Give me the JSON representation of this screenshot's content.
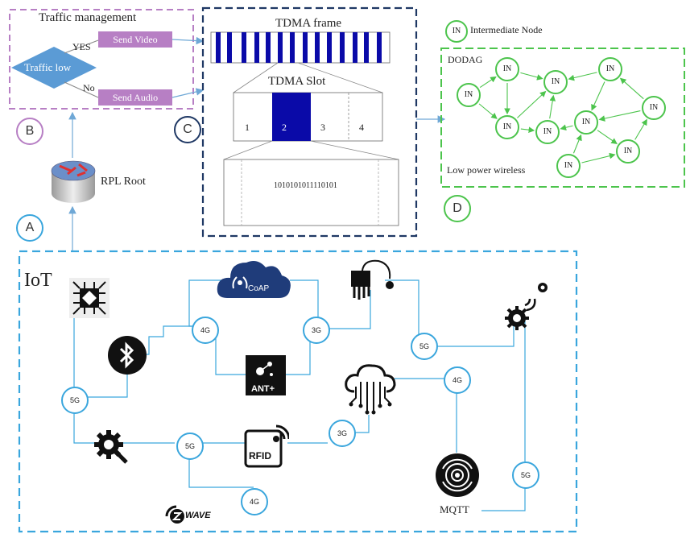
{
  "traffic": {
    "title": "Traffic management",
    "decision": "Traffic low",
    "yes": "YES",
    "no": "No",
    "send_video": "Send Video",
    "send_audio": "Send Audio"
  },
  "labels": {
    "a": "A",
    "b": "B",
    "c": "C",
    "d": "D"
  },
  "rpl_root": "RPL Root",
  "tdma": {
    "frame_title": "TDMA frame",
    "slot_title": "TDMA Slot",
    "slots": [
      "1",
      "2",
      "3",
      "4"
    ],
    "bits": "1010101011110101"
  },
  "dodag": {
    "legend_node": "IN",
    "legend_text": "Intermediate Node",
    "title": "DODAG",
    "footer": "Low power wireless",
    "node_label": "IN"
  },
  "iot": {
    "title": "IoT",
    "coap": "CoAP",
    "ant": "ANT+",
    "rfid": "RFID",
    "zwave": "WAVE",
    "mqtt": "MQTT",
    "net_5g": "5G",
    "net_4g": "4G",
    "net_3g": "3G"
  },
  "colors": {
    "purple": "#b77fc4",
    "diamond": "#5b9bd5",
    "navy": "#1f3864",
    "tdma_blue": "#0a0aa8",
    "green": "#4cc44c",
    "iot_blue": "#3aa6dd"
  }
}
